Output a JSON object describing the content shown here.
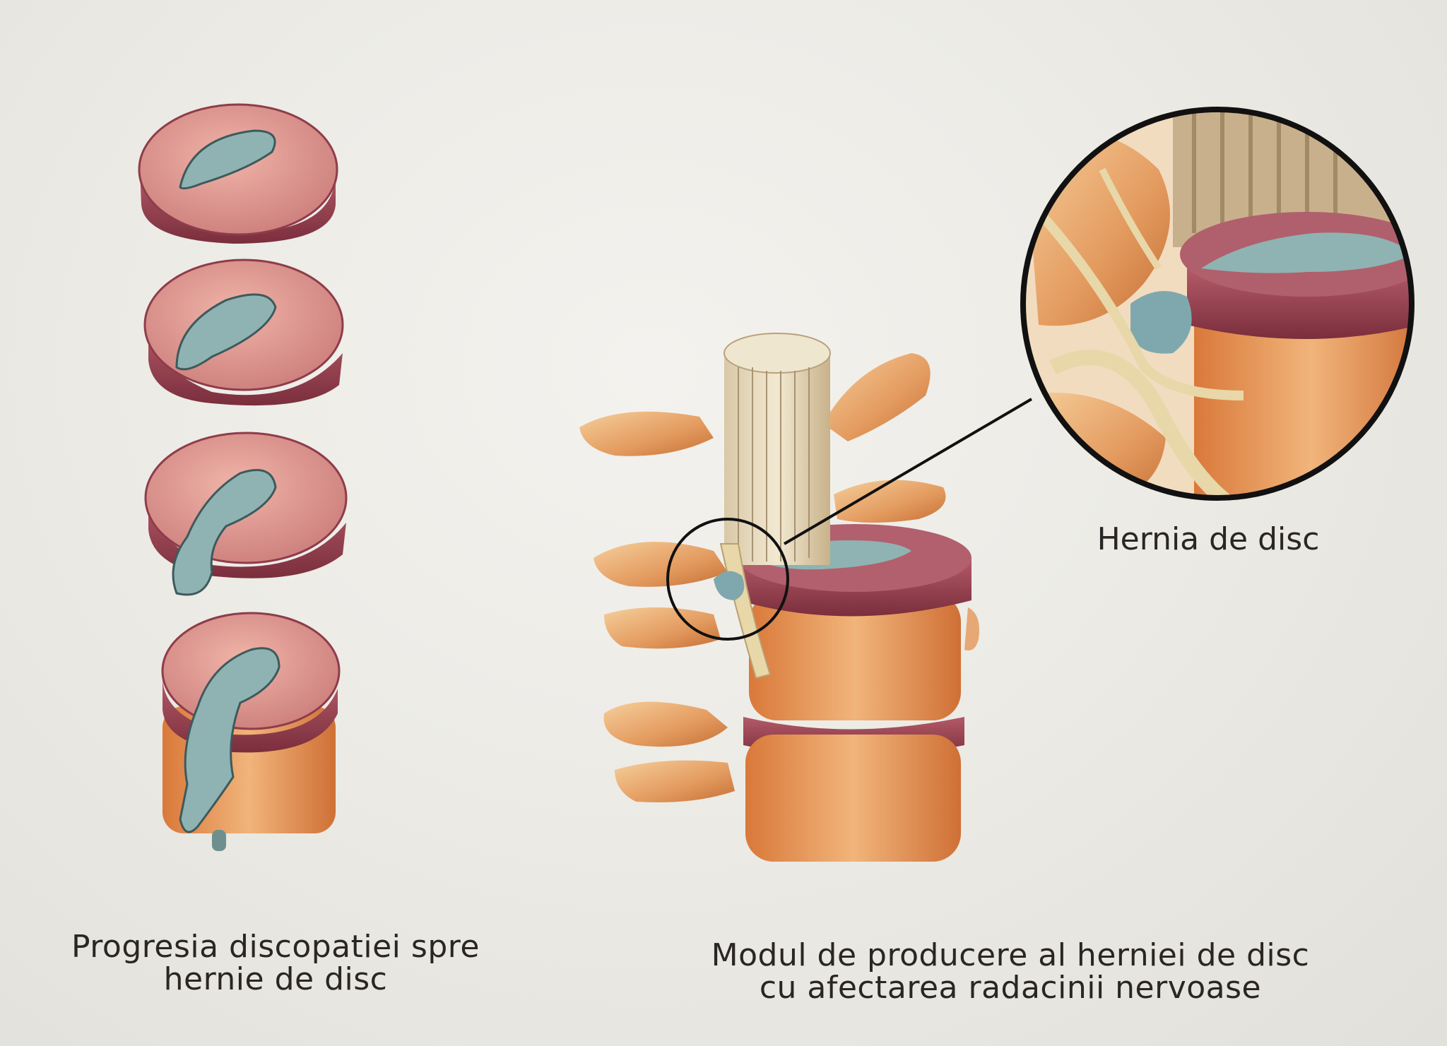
{
  "labels": {
    "magnified_caption": "Hernia de disc",
    "left_caption_line1": "Progresia discopatiei spre",
    "left_caption_line2": "hernie de disc",
    "right_caption_line1": "Modul de producere al herniei de disc",
    "right_caption_line2": "cu afectarea radacinii nervoase"
  },
  "colors": {
    "disc_top": "#d98f8a",
    "disc_side": "#8f3c4a",
    "nucleus": "#8fb3b3",
    "vertebra": "#e3a46a",
    "nerve": "#e8d7a8",
    "outline": "#1a1a1a"
  }
}
